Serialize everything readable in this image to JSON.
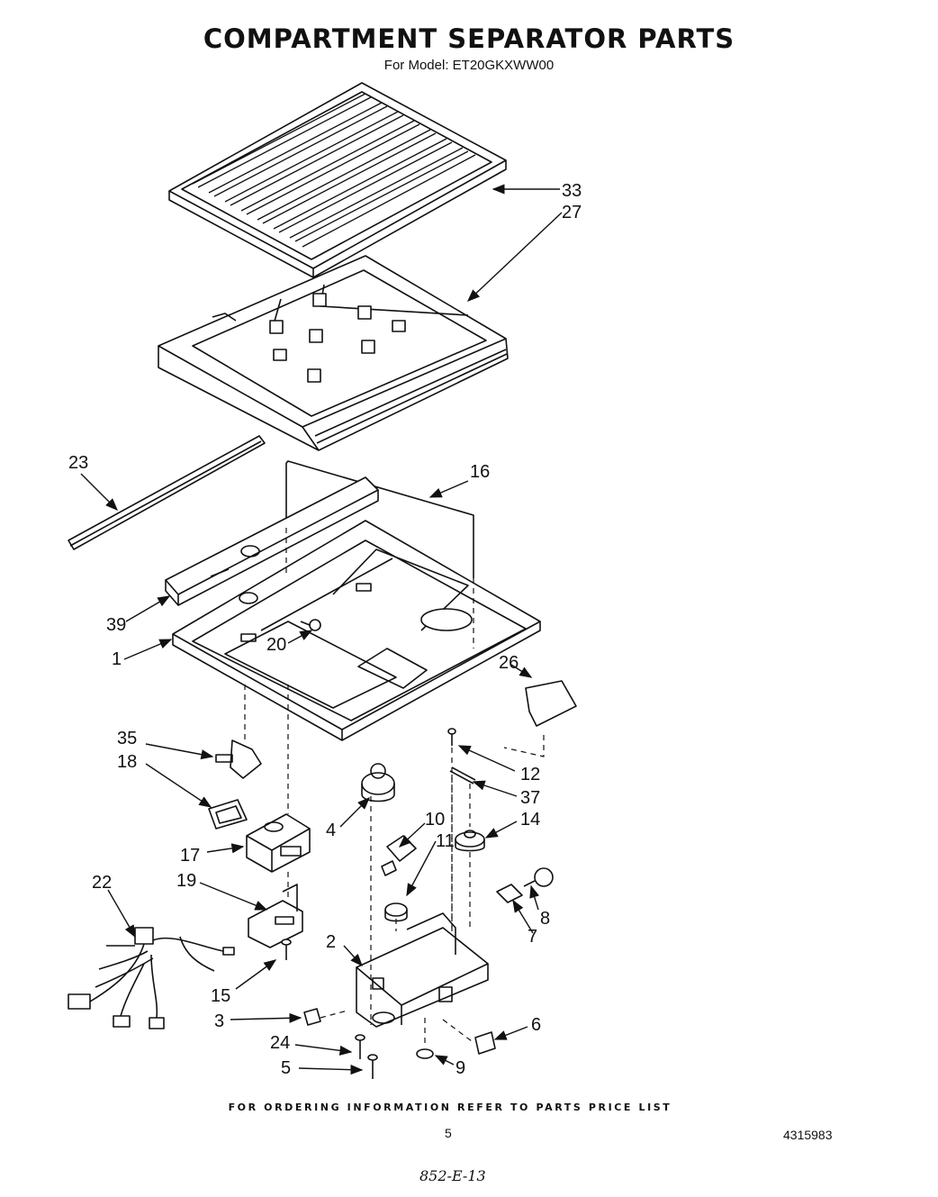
{
  "title": "COMPARTMENT SEPARATOR PARTS",
  "subtitle": "For Model: ET20GKXWW00",
  "footer": "FOR ORDERING INFORMATION REFER TO PARTS PRICE LIST",
  "page_number": "5",
  "document_number": "4315983",
  "handwritten_note": "852-E-13",
  "callouts": {
    "c33": "33",
    "c27": "27",
    "c23": "23",
    "c16": "16",
    "c39": "39",
    "c1": "1",
    "c20": "20",
    "c26": "26",
    "c35": "35",
    "c18": "18",
    "c12": "12",
    "c37": "37",
    "c4": "4",
    "c10": "10",
    "c11": "11",
    "c14": "14",
    "c17": "17",
    "c19": "19",
    "c22": "22",
    "c8": "8",
    "c7": "7",
    "c2": "2",
    "c15": "15",
    "c3": "3",
    "c6": "6",
    "c24": "24",
    "c5": "5",
    "c9": "9"
  }
}
